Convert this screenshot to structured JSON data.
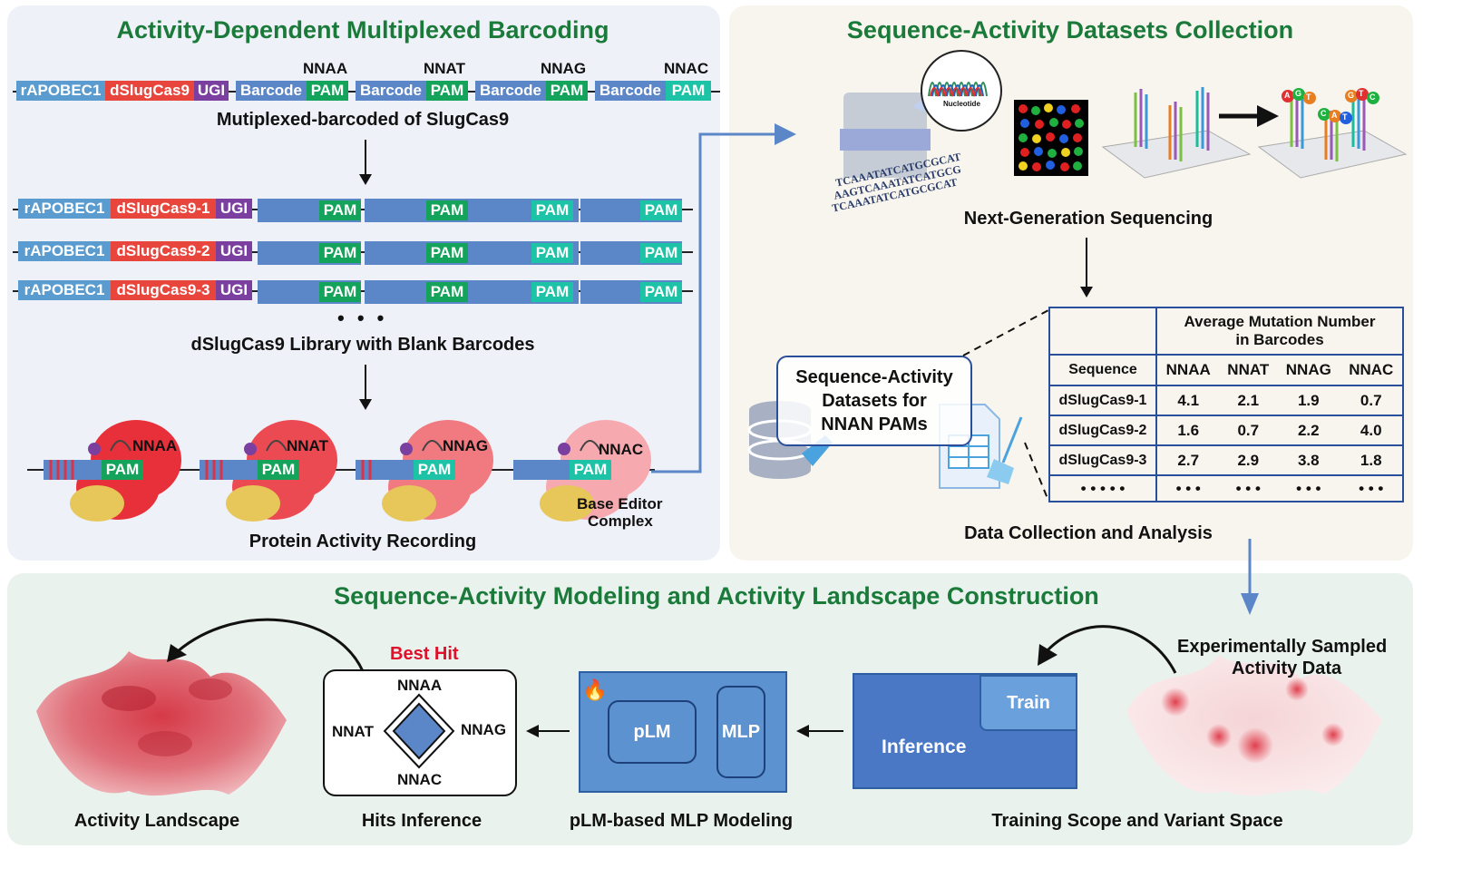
{
  "panels": {
    "barcoding_title": "Activity-Dependent Multiplexed Barcoding",
    "collection_title": "Sequence-Activity Datasets Collection",
    "modeling_title": "Sequence-Activity Modeling and Activity Landscape Construction"
  },
  "construct": {
    "rapobec": "rAPOBEC1",
    "dslug": "dSlugCas9",
    "ugi": "UGI",
    "barcode": "Barcode",
    "pam": "PAM",
    "pam_types": [
      "NNAA",
      "NNAT",
      "NNAG",
      "NNAC"
    ],
    "caption": "Mutiplexed-barcoded of SlugCas9"
  },
  "library": {
    "variants": [
      "dSlugCas9-1",
      "dSlugCas9-2",
      "dSlugCas9-3"
    ],
    "ellipsis": "• • •",
    "caption": "dSlugCas9 Library with Blank Barcodes"
  },
  "recording": {
    "caption": "Protein Activity Recording",
    "complex_label_1": "Base Editor",
    "complex_label_2": "Complex"
  },
  "ngs": {
    "caption": "Next-Generation Sequencing",
    "chromatogram_label": "Nucleotide",
    "reads": [
      "TCAAATATCATGCGCAT",
      "AAGTCAAATATCATGCG",
      "TCAAATATCATGCGCAT"
    ],
    "base_labels": [
      "A",
      "G",
      "T",
      "C",
      "A",
      "T",
      "G",
      "T",
      "C"
    ]
  },
  "datasets": {
    "box_line1": "Sequence-Activity",
    "box_line2": "Datasets for",
    "box_line3": "NNAN PAMs",
    "caption": "Data Collection and Analysis"
  },
  "table": {
    "header_group_line1": "Average Mutation Number",
    "header_group_line2": "in Barcodes",
    "col_sequence": "Sequence",
    "columns": [
      "NNAA",
      "NNAT",
      "NNAG",
      "NNAC"
    ],
    "rows": [
      {
        "name": "dSlugCas9-1",
        "values": [
          "4.1",
          "2.1",
          "1.9",
          "0.7"
        ]
      },
      {
        "name": "dSlugCas9-2",
        "values": [
          "1.6",
          "0.7",
          "2.2",
          "4.0"
        ]
      },
      {
        "name": "dSlugCas9-3",
        "values": [
          "2.7",
          "2.9",
          "3.8",
          "1.8"
        ]
      }
    ],
    "ellipsis_name": "• • • • •",
    "ellipsis_val": "• • •"
  },
  "modeling": {
    "landscape_caption": "Activity Landscape",
    "best_hit": "Best Hit",
    "hits_caption": "Hits Inference",
    "hits_top": "NNAA",
    "hits_left": "NNAT",
    "hits_right": "NNAG",
    "hits_bottom": "NNAC",
    "plm": "pLM",
    "mlp": "MLP",
    "mlp_caption": "pLM-based MLP Modeling",
    "train": "Train",
    "inference": "Inference",
    "scope_caption": "Training Scope and Variant Space",
    "sampled_line1": "Experimentally Sampled",
    "sampled_line2": "Activity Data"
  },
  "colors": {
    "title_green": "#1a7a3a",
    "rapobec": "#5a9ccf",
    "dslug": "#e8453c",
    "ugi": "#7b3fa0",
    "barcode": "#5b86c7",
    "pam_green": "#14a35a",
    "pam_teal": "#1cc3a6"
  }
}
